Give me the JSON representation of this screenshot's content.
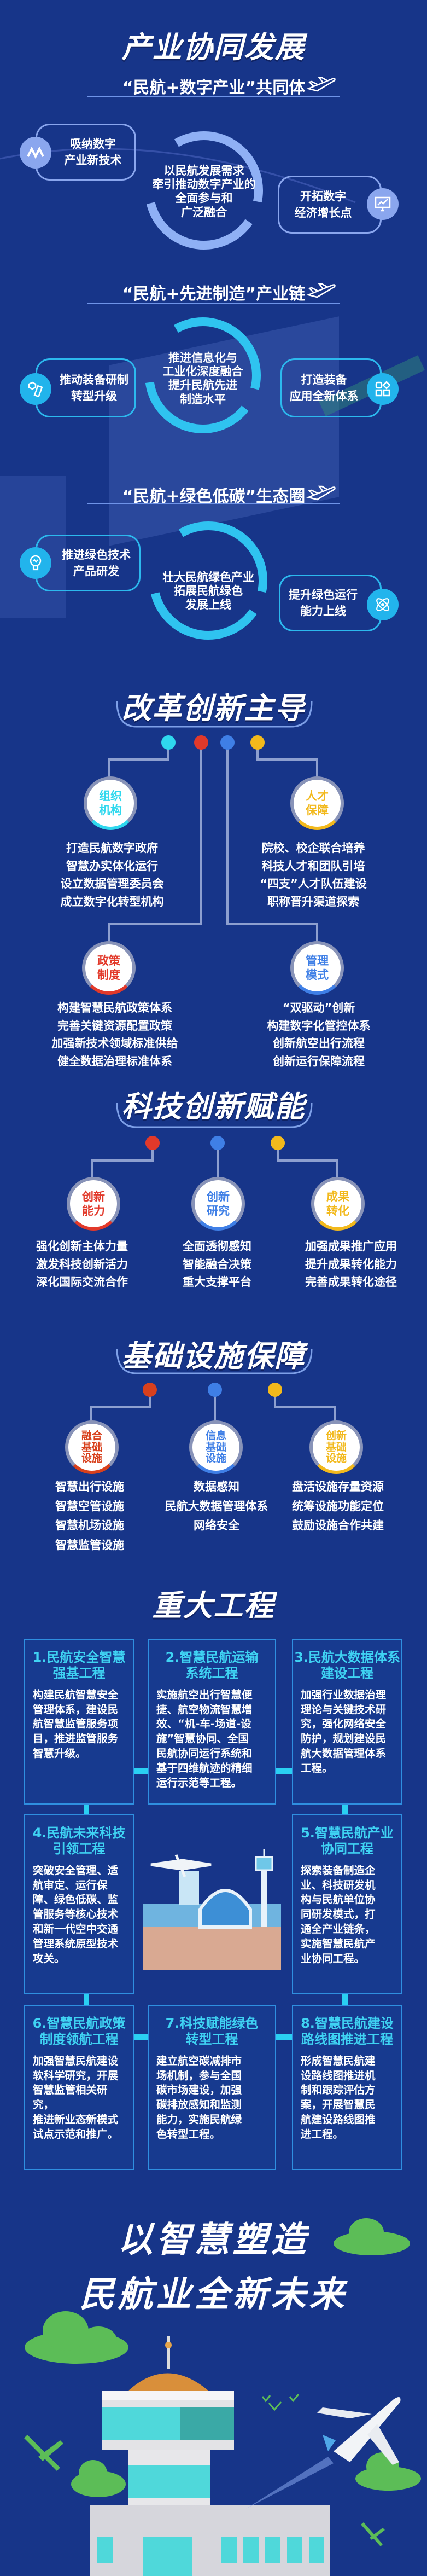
{
  "industry": {
    "title": "产业协同发展",
    "groups": [
      {
        "heading": "“民航+数字产业”共同体",
        "center": "以民航发展需求\n牵引推动数字产业的\n全面参与和\n广泛融合",
        "left": {
          "text": "吸纳数字\n产业新技术",
          "icon": "infinity-logo-icon"
        },
        "right": {
          "text": "开拓数字\n经济增长点",
          "icon": "chart-monitor-icon"
        }
      },
      {
        "heading": "“民航+先进制造”产业链",
        "center": "推进信息化与\n工业化深度融合\n提升民航先进\n制造水平",
        "left": {
          "text": "推动装备研制\n转型升级",
          "icon": "bolt-nut-icon"
        },
        "right": {
          "text": "打造装备\n应用全新体系",
          "icon": "shapes-grid-icon"
        }
      },
      {
        "heading": "“民航+绿色低碳”生态圈",
        "center": "壮大民航绿色产业\n拓展民航绿色\n发展上线",
        "left": {
          "text": "推进绿色技术\n产品研发",
          "icon": "lightbulb-icon"
        },
        "right": {
          "text": "提升绿色运行\n能力上线",
          "icon": "atom-icon"
        }
      }
    ]
  },
  "reform": {
    "title": "改革创新主导",
    "items": [
      {
        "label": "组织\n机构",
        "color": "#2fd8ee",
        "lines": "打造民航数字政府\n智慧办实体化运行\n设立数据管理委员会\n成立数字化转型机构"
      },
      {
        "label": "人才\n保障",
        "color": "#f2b91c",
        "lines": "院校、校企联合培养\n科技人才和团队引培\n“四支”人才队伍建设\n职称晋升渠道探索"
      },
      {
        "label": "政策\n制度",
        "color": "#e2392a",
        "lines": "构建智慧民航政策体系\n完善关键资源配置政策\n加强新技术领域标准供给\n健全数据治理标准体系"
      },
      {
        "label": "管理\n模式",
        "color": "#3f7fe6",
        "lines": "“双驱动”创新\n构建数字化管控体系\n创新航空出行流程\n创新运行保障流程"
      }
    ]
  },
  "tech": {
    "title": "科技创新赋能",
    "items": [
      {
        "label": "创新\n能力",
        "color": "#e2392a",
        "lines": "强化创新主体力量\n激发科技创新活力\n深化国际交流合作"
      },
      {
        "label": "创新\n研究",
        "color": "#3f7fe6",
        "lines": "全面透彻感知\n智能融合决策\n重大支撑平台"
      },
      {
        "label": "成果\n转化",
        "color": "#f2b91c",
        "lines": "加强成果推广应用\n提升成果转化能力\n完善成果转化途径"
      }
    ]
  },
  "infra": {
    "title": "基础设施保障",
    "items": [
      {
        "label": "融合\n基础\n设施",
        "color": "#d8401c",
        "lines": "智慧出行设施\n智慧空管设施\n智慧机场设施\n智慧监管设施"
      },
      {
        "label": "信息\n基础\n设施",
        "color": "#3f7fe6",
        "lines": "数据感知\n民航大数据管理体系\n网络安全"
      },
      {
        "label": "创新\n基础\n设施",
        "color": "#f2b91c",
        "lines": "盘活设施存量资源\n统筹设施功能定位\n鼓励设施合作共建"
      }
    ]
  },
  "projects": {
    "title": "重大工程",
    "items": [
      {
        "title": "1.民航安全智慧\n强基工程",
        "body": "构建民航智慧安全\n管理体系，建设民\n航智慧监管服务项\n目，推进监管服务\n智慧升级。"
      },
      {
        "title": "2.智慧民航运输\n系统工程",
        "body": "实施航空出行智慧便\n捷、航空物流智慧增\n效、“机-车-场道-设\n施”智慧协同、全国\n民航协同运行系统和\n基于四维航迹的精细\n运行示范等工程。"
      },
      {
        "title": "3.民航大数据体系\n建设工程",
        "body": "加强行业数据治理\n理论与关键技术研\n究，强化网络安全\n防护，规划建设民\n航大数据管理体系\n工程。"
      },
      {
        "title": "4.民航未来科技\n引领工程",
        "body": "突破安全管理、适\n航审定、运行保\n障、绿色低碳、监\n管服务等核心技术\n和新一代空中交通\n管理系统原型技术\n攻关。"
      },
      {
        "title": "5.智慧民航产业\n协同工程",
        "body": "探索装备制造企\n业、科技研发机\n构与民航单位协\n同研发模式，打\n通全产业链条，\n实施智慧民航产\n业协同工程。"
      },
      {
        "title": "6.智慧民航政策\n制度领航工程",
        "body": "加强智慧民航建设\n软科学研究，开展\n智慧监管相关研究，\n推进新业态新模式\n试点示范和推广。"
      },
      {
        "title": "7.科技赋能绿色\n转型工程",
        "body": "建立航空碳减排市\n场机制，参与全国\n碳市场建设，加强\n碳排放感知和监测\n能力，实施民航绿\n色转型工程。"
      },
      {
        "title": "8.智慧民航建设\n路线图推进工程",
        "body": "形成智慧民航建\n设路线图推进机\n制和跟踪评估方\n案，开展智慧民\n航建设路线图推\n进工程。"
      }
    ]
  },
  "ending": {
    "line1": "以智慧塑造",
    "line2": "民航业全新未来"
  },
  "colors": {
    "background": "#173589",
    "ring1": "#8fb0f5",
    "ring_cyan": "#2fc3f0",
    "project_title": "#3fd3f3"
  }
}
